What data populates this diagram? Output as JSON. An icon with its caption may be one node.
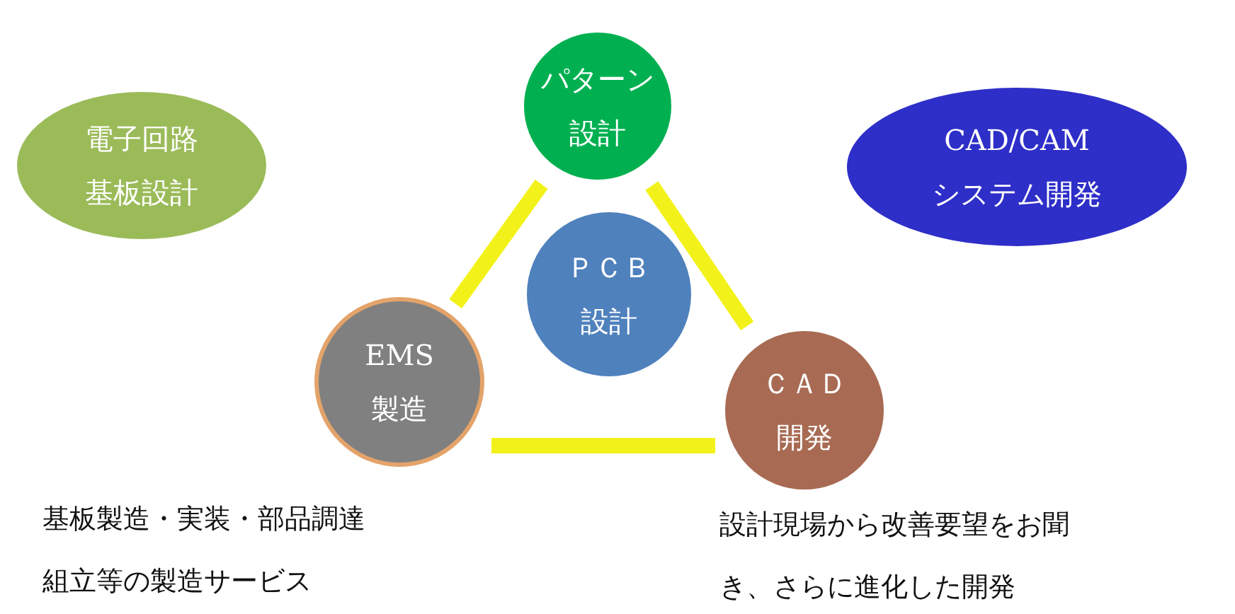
{
  "diagram": {
    "nodes": [
      {
        "text": [
          "電子回路基板設計"
        ]
      },
      {
        "text": [
          "パターン設計"
        ]
      },
      {
        "text": [
          "CAD/CAM システム開発"
        ]
      },
      {
        "text": [
          "ＰＣＢ設計"
        ]
      },
      {
        "text": [
          "EMS製造"
        ]
      },
      {
        "text": [
          "ＣＡＤ開発"
        ]
      }
    ],
    "edges": [
      {
        "from": 1,
        "to": 4,
        "arrow": "none"
      },
      {
        "from": 1,
        "to": 5,
        "arrow": "none"
      },
      {
        "from": 4,
        "to": 5,
        "arrow": "none"
      }
    ],
    "labels": [
      "基板製造・実装・部品調達組立等の製造サービス",
      "設計現場から改善要望をお聞き、さらに進化した開発"
    ]
  }
}
